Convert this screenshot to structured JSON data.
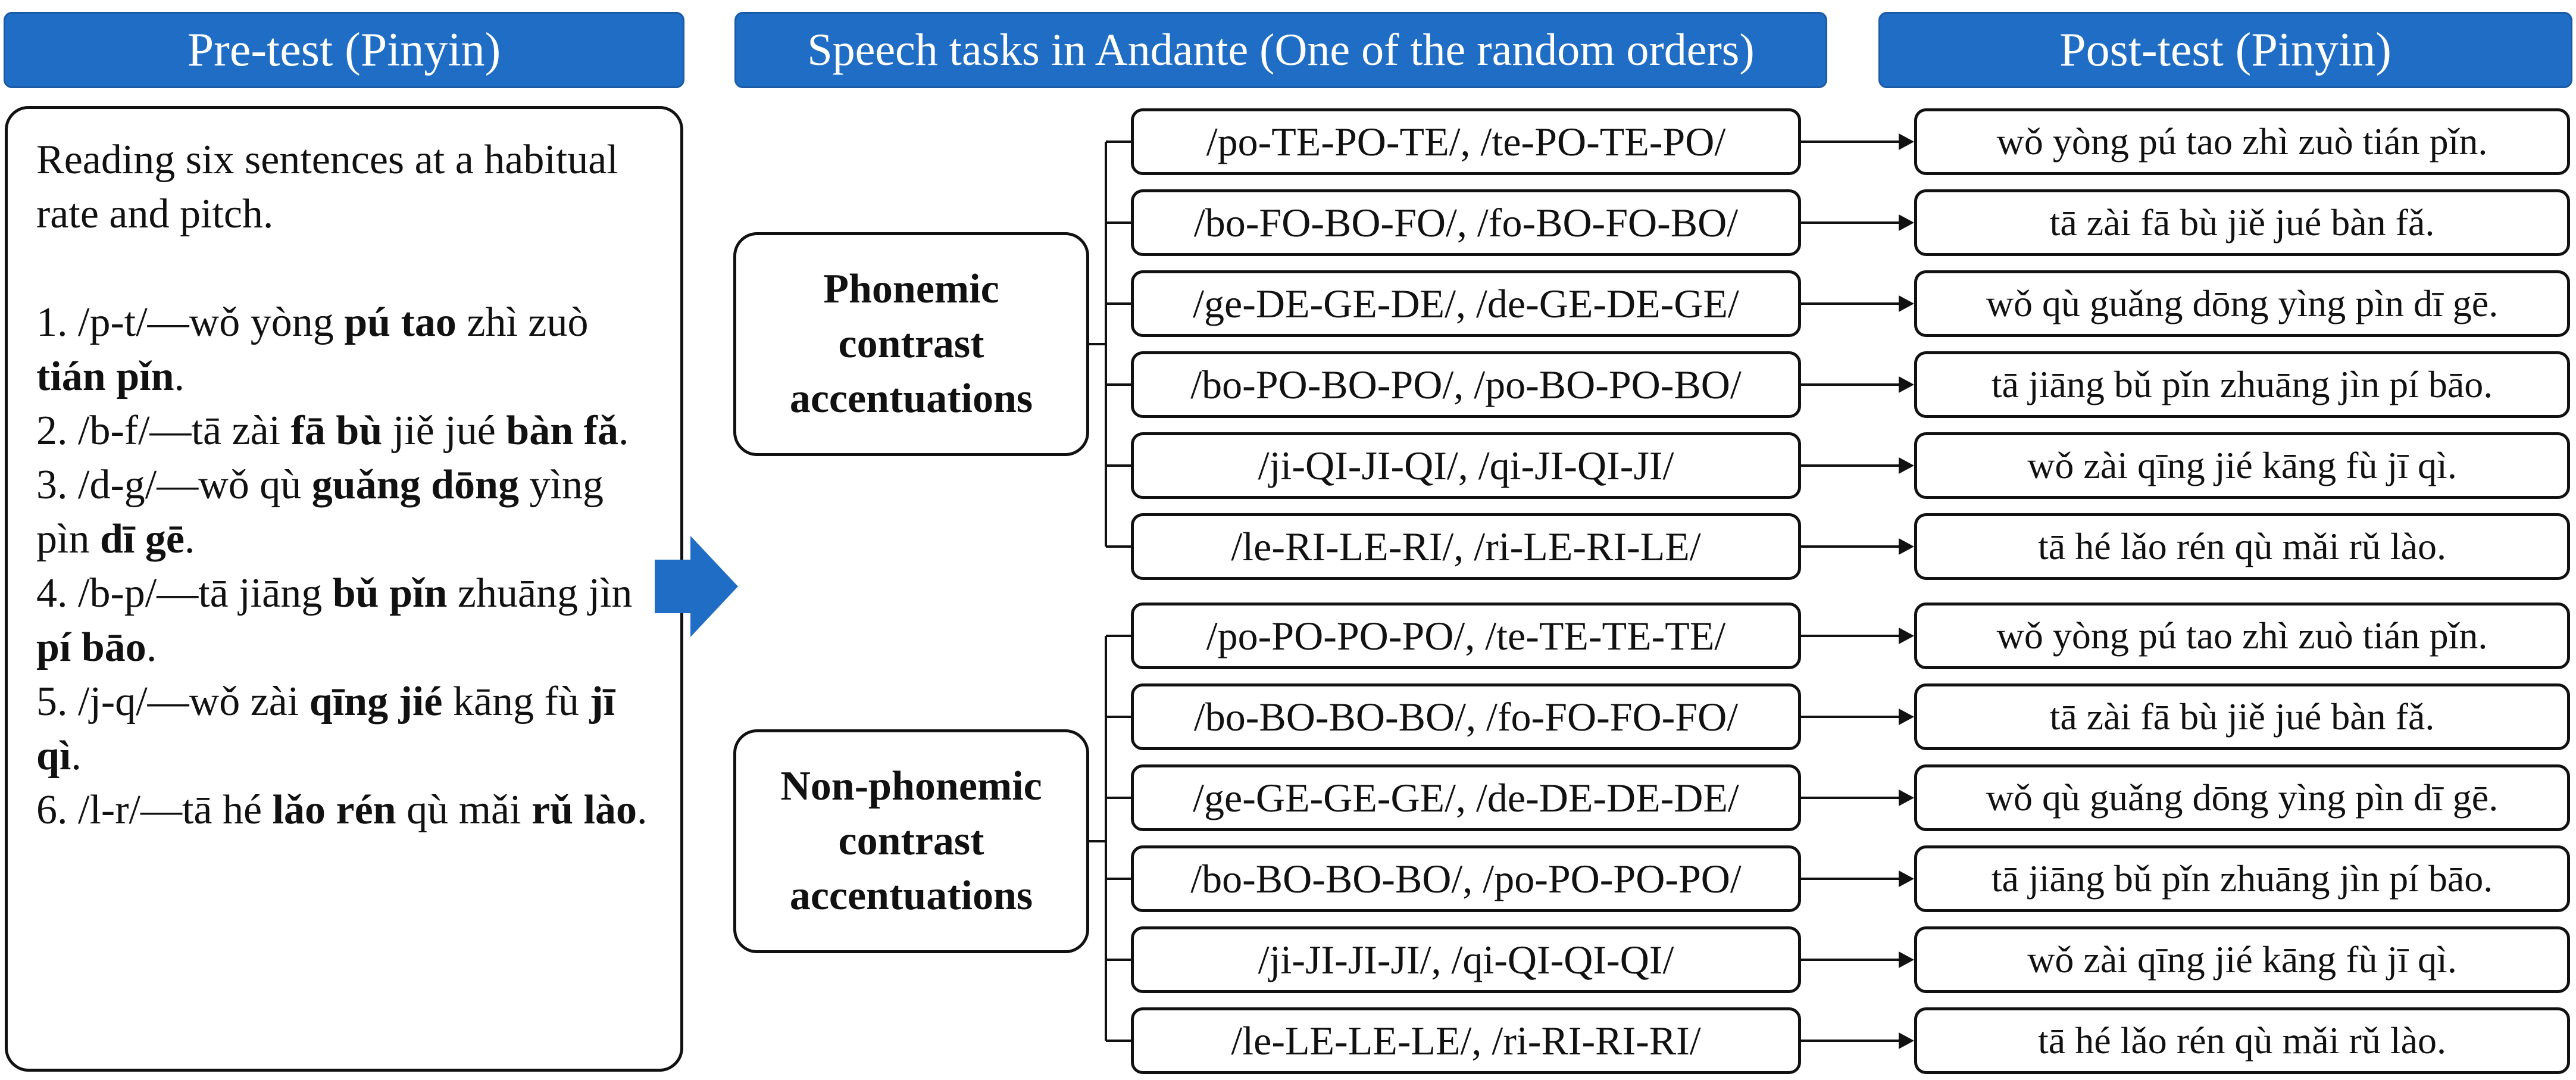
{
  "headers": {
    "pretest": "Pre-test (Pinyin)",
    "speech_tasks": "Speech tasks in Andante (One of the random orders)",
    "posttest": "Post-test (Pinyin)"
  },
  "pretest": {
    "intro": "Reading six sentences at a habitual rate and pitch.",
    "items": [
      {
        "n": "1. /p-t/—wǒ yòng ",
        "b1": "pú tao",
        "m": " zhì zuò ",
        "b2": "tián pǐn",
        "e": "."
      },
      {
        "n": "2. /b-f/—tā zài ",
        "b1": "fā bù",
        "m": " jiě jué ",
        "b2": "bàn fǎ",
        "e": "."
      },
      {
        "n": "3. /d-g/—wǒ qù ",
        "b1": "guǎng dōng",
        "m": " yìng pìn ",
        "b2": "dī gē",
        "e": "."
      },
      {
        "n": "4. /b-p/—tā jiāng ",
        "b1": "bǔ pǐn",
        "m": " zhuāng jìn ",
        "b2": "pí bāo",
        "e": "."
      },
      {
        "n": "5. /j-q/—wǒ zài ",
        "b1": "qīng jié",
        "m": " kāng fù ",
        "b2": "jī qì",
        "e": "."
      },
      {
        "n": "6. /l-r/—tā hé ",
        "b1": "lǎo rén",
        "m": " qù mǎi ",
        "b2": "rǔ lào",
        "e": "."
      }
    ]
  },
  "categories": {
    "phonemic": {
      "line1": "Phonemic",
      "line2": "contrast",
      "line3": "accentuations"
    },
    "nonphonemic": {
      "line1": "Non-phonemic",
      "line2": "contrast",
      "line3": "accentuations"
    }
  },
  "tasks": [
    "/po-TE-PO-TE/, /te-PO-TE-PO/",
    "/bo-FO-BO-FO/, /fo-BO-FO-BO/",
    "/ge-DE-GE-DE/, /de-GE-DE-GE/",
    "/bo-PO-BO-PO/, /po-BO-PO-BO/",
    "/ji-QI-JI-QI/, /qi-JI-QI-JI/",
    "/le-RI-LE-RI/, /ri-LE-RI-LE/",
    "/po-PO-PO-PO/, /te-TE-TE-TE/",
    "/bo-BO-BO-BO/, /fo-FO-FO-FO/",
    "/ge-GE-GE-GE/, /de-DE-DE-DE/",
    "/bo-BO-BO-BO/, /po-PO-PO-PO/",
    "/ji-JI-JI-JI/, /qi-QI-QI-QI/",
    "/le-LE-LE-LE/, /ri-RI-RI-RI/"
  ],
  "posttest": [
    "wǒ yòng pú tao zhì zuò tián pǐn.",
    "tā zài fā bù jiě jué bàn fǎ.",
    "wǒ qù guǎng dōng yìng pìn dī gē.",
    "tā jiāng bǔ pǐn zhuāng jìn pí bāo.",
    "wǒ zài qīng jié kāng fù jī qì.",
    "tā hé lǎo rén qù mǎi rǔ lào.",
    "wǒ yòng pú tao zhì zuò tián pǐn.",
    "tā zài fā bù jiě jué bàn fǎ.",
    "wǒ qù guǎng dōng yìng pìn dī gē.",
    "tā jiāng bǔ pǐn zhuāng jìn pí bāo.",
    "wǒ zài qīng jié kāng fù jī qì.",
    "tā hé lǎo rén qù mǎi rǔ lào."
  ],
  "colors": {
    "header_bg": "#1f6dc5",
    "arrow": "#1f6dc5",
    "line": "#111111"
  }
}
